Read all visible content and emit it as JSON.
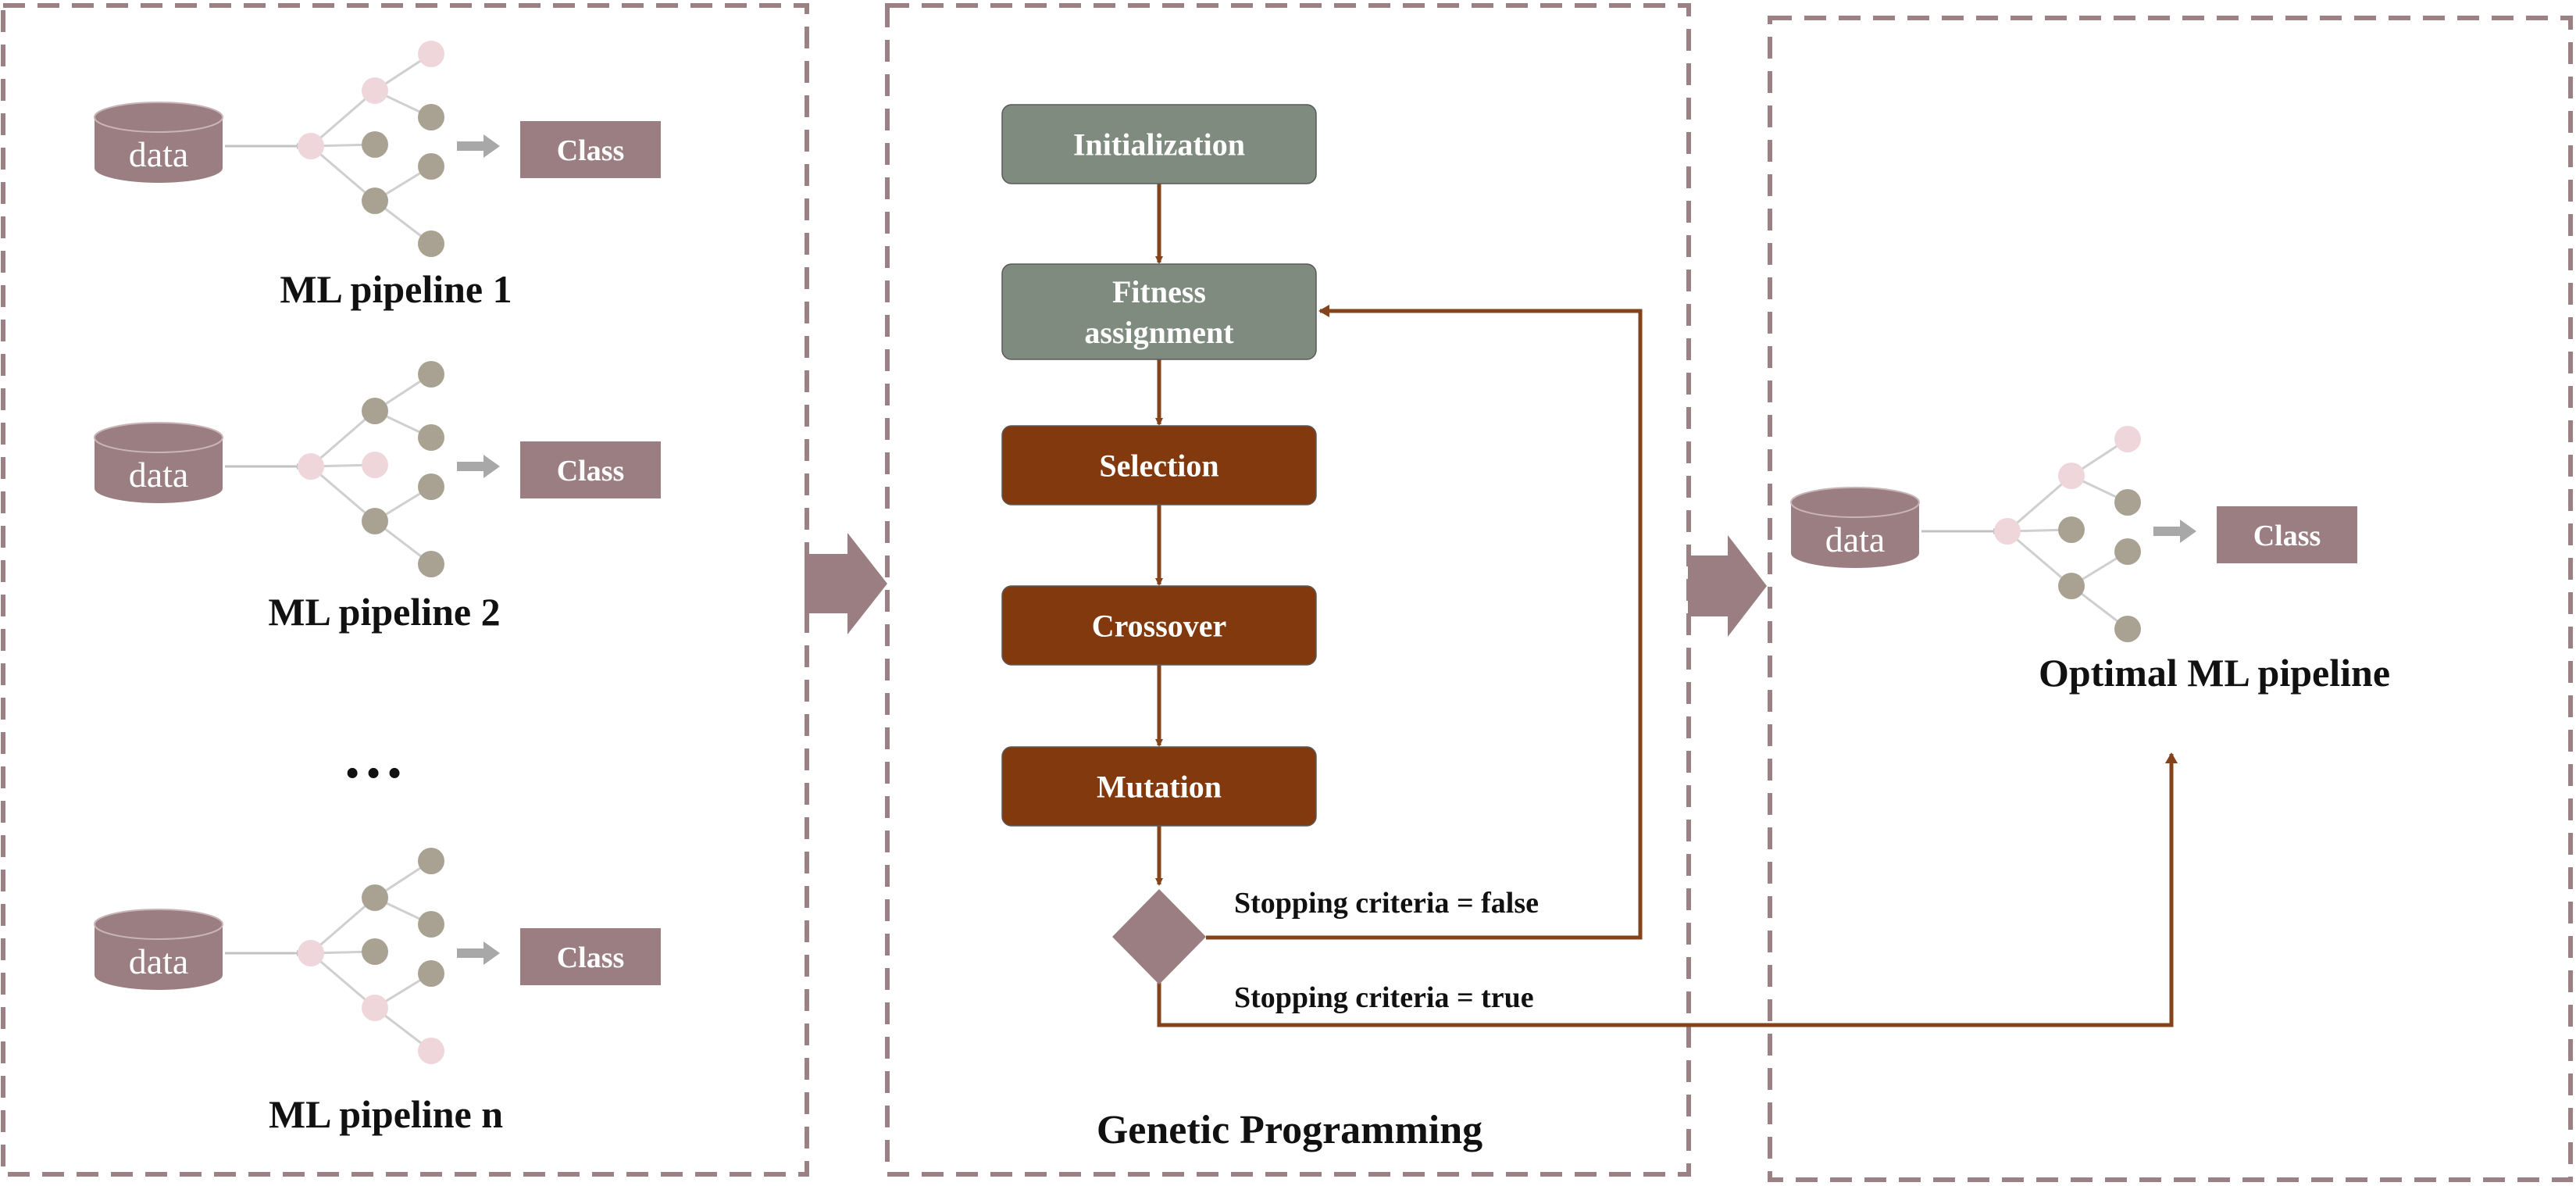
{
  "colors": {
    "panel_border": "#9b8184",
    "data_cylinder": "#9b7e82",
    "class_box": "#9b7e82",
    "node_pink": "#efd6db",
    "node_gray": "#a9a192",
    "edge": "#cfcfcf",
    "small_arrow": "#a8a8a8",
    "big_arrow": "#9b7e82",
    "step_green": "#7f8b7f",
    "step_brown": "#82390d",
    "flow_line": "#84431b",
    "decision": "#9b7e82"
  },
  "left_panel": {
    "pipelines": [
      {
        "data_label": "data",
        "class_label": "Class",
        "caption": "ML pipeline 1",
        "node_pattern": "p1"
      },
      {
        "data_label": "data",
        "class_label": "Class",
        "caption": "ML pipeline 2",
        "node_pattern": "p2"
      },
      {
        "data_label": "data",
        "class_label": "Class",
        "caption": "ML pipeline n",
        "node_pattern": "p3"
      }
    ],
    "ellipsis": "…"
  },
  "middle_panel": {
    "title": "Genetic Programming",
    "steps": [
      {
        "label": "Initialization",
        "style": "green"
      },
      {
        "label": "Fitness assignment",
        "lines": [
          "Fitness",
          "assignment"
        ],
        "style": "green"
      },
      {
        "label": "Selection",
        "style": "brown"
      },
      {
        "label": "Crossover",
        "style": "brown"
      },
      {
        "label": "Mutation",
        "style": "brown"
      }
    ],
    "decision_false": "Stopping criteria = false",
    "decision_true": "Stopping criteria = true"
  },
  "right_panel": {
    "pipeline": {
      "data_label": "data",
      "class_label": "Class",
      "caption": "Optimal ML pipeline",
      "node_pattern": "p4"
    }
  }
}
